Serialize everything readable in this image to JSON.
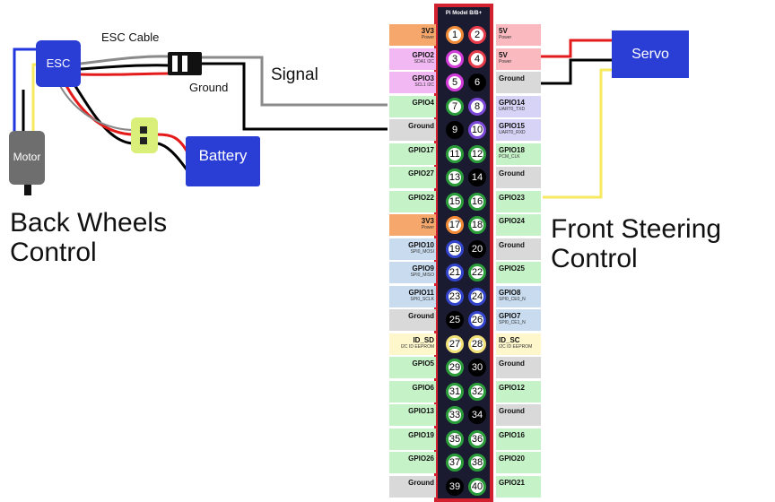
{
  "colors": {
    "power3v3": "#f6a86c",
    "power5v": "#f9b9be",
    "i2c": "#f2b8f3",
    "gpio": "#c6f2c8",
    "ground": "#d9d9d9",
    "spi": "#c9dcef",
    "uart": "#d7d3f7",
    "eeprom": "#fff7cc",
    "header_border": "#d2212f",
    "header_bg": "#1a1a30",
    "box_blue": "#2a3ed6",
    "wire_red": "#e31b1b",
    "wire_yellow": "#f7ea61",
    "wire_gray": "#8a8a8a"
  },
  "header": {
    "title": "Pi Model B/B+"
  },
  "pins": {
    "left": [
      {
        "num": "1",
        "name": "3V3",
        "sub": "Power",
        "cat": "power3v3",
        "ring": "#f08a36"
      },
      {
        "num": "3",
        "name": "GPIO2",
        "sub": "SDA1 I2C",
        "cat": "i2c",
        "ring": "#d23cd8"
      },
      {
        "num": "5",
        "name": "GPIO3",
        "sub": "SCL1 I2C",
        "cat": "i2c",
        "ring": "#d23cd8"
      },
      {
        "num": "7",
        "name": "GPIO4",
        "sub": "",
        "cat": "gpio",
        "ring": "#2a9d3a"
      },
      {
        "num": "9",
        "name": "Ground",
        "sub": "",
        "cat": "ground",
        "ring": "#000000"
      },
      {
        "num": "11",
        "name": "GPIO17",
        "sub": "",
        "cat": "gpio",
        "ring": "#2a9d3a"
      },
      {
        "num": "13",
        "name": "GPIO27",
        "sub": "",
        "cat": "gpio",
        "ring": "#2a9d3a"
      },
      {
        "num": "15",
        "name": "GPIO22",
        "sub": "",
        "cat": "gpio",
        "ring": "#2a9d3a"
      },
      {
        "num": "17",
        "name": "3V3",
        "sub": "Power",
        "cat": "power3v3",
        "ring": "#f08a36"
      },
      {
        "num": "19",
        "name": "GPIO10",
        "sub": "SPI0_MOSI",
        "cat": "spi",
        "ring": "#3344cc"
      },
      {
        "num": "21",
        "name": "GPIO9",
        "sub": "SPI0_MISO",
        "cat": "spi",
        "ring": "#3344cc"
      },
      {
        "num": "23",
        "name": "GPIO11",
        "sub": "SPI0_SCLK",
        "cat": "spi",
        "ring": "#3344cc"
      },
      {
        "num": "25",
        "name": "Ground",
        "sub": "",
        "cat": "ground",
        "ring": "#000000"
      },
      {
        "num": "27",
        "name": "ID_SD",
        "sub": "I2C ID EEPROM",
        "cat": "eeprom",
        "ring": "#f2e27a"
      },
      {
        "num": "29",
        "name": "GPIO5",
        "sub": "",
        "cat": "gpio",
        "ring": "#2a9d3a"
      },
      {
        "num": "31",
        "name": "GPIO6",
        "sub": "",
        "cat": "gpio",
        "ring": "#2a9d3a"
      },
      {
        "num": "33",
        "name": "GPIO13",
        "sub": "",
        "cat": "gpio",
        "ring": "#2a9d3a"
      },
      {
        "num": "35",
        "name": "GPIO19",
        "sub": "",
        "cat": "gpio",
        "ring": "#2a9d3a"
      },
      {
        "num": "37",
        "name": "GPIO26",
        "sub": "",
        "cat": "gpio",
        "ring": "#2a9d3a"
      },
      {
        "num": "39",
        "name": "Ground",
        "sub": "",
        "cat": "ground",
        "ring": "#000000"
      }
    ],
    "right": [
      {
        "num": "2",
        "name": "5V",
        "sub": "Power",
        "cat": "power5v",
        "ring": "#e63b4a"
      },
      {
        "num": "4",
        "name": "5V",
        "sub": "Power",
        "cat": "power5v",
        "ring": "#e63b4a"
      },
      {
        "num": "6",
        "name": "Ground",
        "sub": "",
        "cat": "ground",
        "ring": "#000000"
      },
      {
        "num": "8",
        "name": "GPIO14",
        "sub": "UART0_TXD",
        "cat": "uart",
        "ring": "#7b48d6"
      },
      {
        "num": "10",
        "name": "GPIO15",
        "sub": "UART0_RXD",
        "cat": "uart",
        "ring": "#7b48d6"
      },
      {
        "num": "12",
        "name": "GPIO18",
        "sub": "PCM_CLK",
        "cat": "gpio",
        "ring": "#2a9d3a"
      },
      {
        "num": "14",
        "name": "Ground",
        "sub": "",
        "cat": "ground",
        "ring": "#000000"
      },
      {
        "num": "16",
        "name": "GPIO23",
        "sub": "",
        "cat": "gpio",
        "ring": "#2a9d3a"
      },
      {
        "num": "18",
        "name": "GPIO24",
        "sub": "",
        "cat": "gpio",
        "ring": "#2a9d3a"
      },
      {
        "num": "20",
        "name": "Ground",
        "sub": "",
        "cat": "ground",
        "ring": "#000000"
      },
      {
        "num": "22",
        "name": "GPIO25",
        "sub": "",
        "cat": "gpio",
        "ring": "#2a9d3a"
      },
      {
        "num": "24",
        "name": "GPIO8",
        "sub": "SPI0_CE0_N",
        "cat": "spi",
        "ring": "#3344cc"
      },
      {
        "num": "26",
        "name": "GPIO7",
        "sub": "SPI0_CE1_N",
        "cat": "spi",
        "ring": "#3344cc"
      },
      {
        "num": "28",
        "name": "ID_SC",
        "sub": "I2C ID EEPROM",
        "cat": "eeprom",
        "ring": "#f2e27a"
      },
      {
        "num": "30",
        "name": "Ground",
        "sub": "",
        "cat": "ground",
        "ring": "#000000"
      },
      {
        "num": "32",
        "name": "GPIO12",
        "sub": "",
        "cat": "gpio",
        "ring": "#2a9d3a"
      },
      {
        "num": "34",
        "name": "Ground",
        "sub": "",
        "cat": "ground",
        "ring": "#000000"
      },
      {
        "num": "36",
        "name": "GPIO16",
        "sub": "",
        "cat": "gpio",
        "ring": "#2a9d3a"
      },
      {
        "num": "38",
        "name": "GPIO20",
        "sub": "",
        "cat": "gpio",
        "ring": "#2a9d3a"
      },
      {
        "num": "40",
        "name": "GPIO21",
        "sub": "",
        "cat": "gpio",
        "ring": "#2a9d3a"
      }
    ]
  },
  "labels": {
    "esc": "ESC",
    "esc_cable": "ESC Cable",
    "motor": "Motor",
    "battery": "Battery",
    "ground": "Ground",
    "signal": "Signal",
    "servo": "Servo",
    "back_line1": "Back Wheels",
    "back_line2": "Control",
    "front_line1": "Front Steering",
    "front_line2": "Control"
  }
}
